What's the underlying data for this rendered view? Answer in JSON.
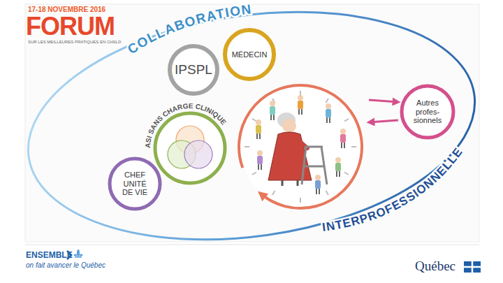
{
  "diagram": {
    "nodes": [
      {
        "text": [
          "MÉDECIN"
        ]
      },
      {
        "text": [
          "IPSPL"
        ]
      },
      {
        "text": [
          "Autres profes- sionnels"
        ]
      },
      {
        "text": [
          "ASI SANS CHARGE CLINIQUE"
        ]
      },
      {
        "text": [
          "CHEF UNITÉ DE VIE"
        ]
      }
    ],
    "labels": [
      "17-18 NOVEMBRE 2016",
      "FORUM",
      "SUR LES MEILLEURES PRATIQUES EN CHSLD",
      "COLLABORATION",
      "INTERPROFESSIONNELLE",
      "ENSEMBLE",
      "on fait avancer le Québec",
      "Québec"
    ]
  }
}
